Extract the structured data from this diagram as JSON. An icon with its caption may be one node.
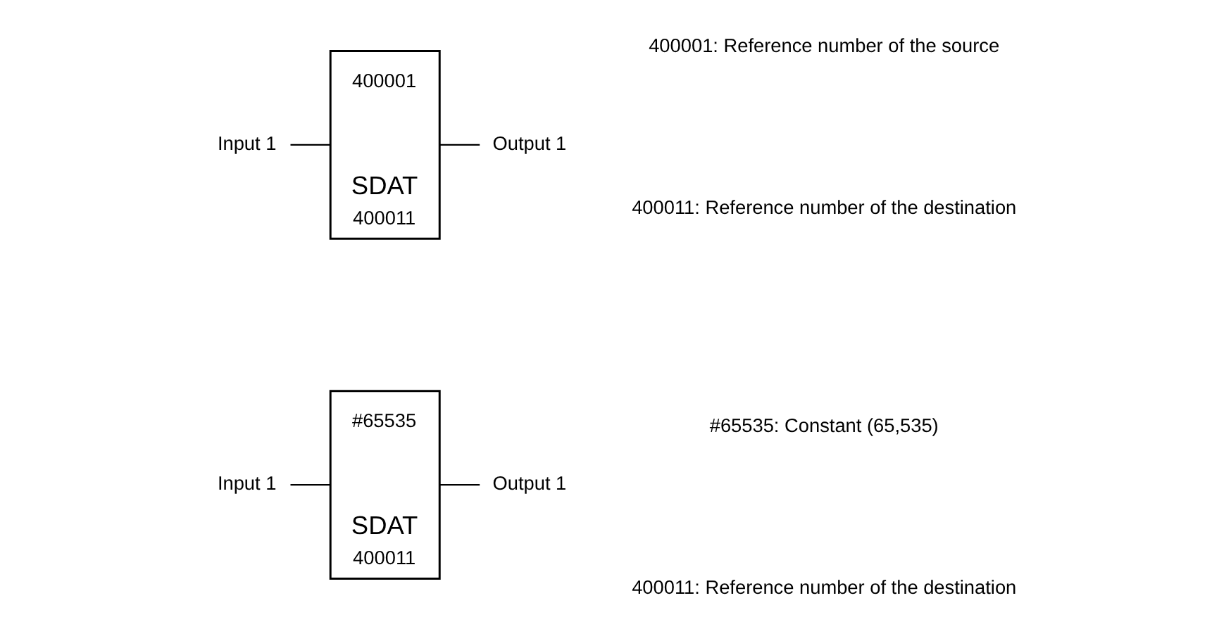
{
  "diagram": {
    "nodes": [
      {
        "text": [
          "Input 1"
        ]
      },
      {
        "text": [
          "#65535",
          "SDAT",
          "400011"
        ]
      },
      {
        "text": [
          "Output 1"
        ]
      },
      {
        "text": [
          "Input 1"
        ]
      },
      {
        "text": [
          "400001",
          "SDAT",
          "400011"
        ]
      },
      {
        "text": [
          "Output 1"
        ]
      }
    ],
    "edges": [
      {
        "from": 0,
        "to": 1,
        "arrow": "none"
      },
      {
        "from": 1,
        "to": 2,
        "arrow": "none"
      },
      {
        "from": 3,
        "to": 4,
        "arrow": "none"
      },
      {
        "from": 4,
        "to": 5,
        "arrow": "none"
      }
    ],
    "labels": [
      "#65535: Constant (65,535)",
      "400011: Reference number of the destination",
      "400001: Reference number of the source",
      "400011: Reference number of the destination"
    ]
  }
}
